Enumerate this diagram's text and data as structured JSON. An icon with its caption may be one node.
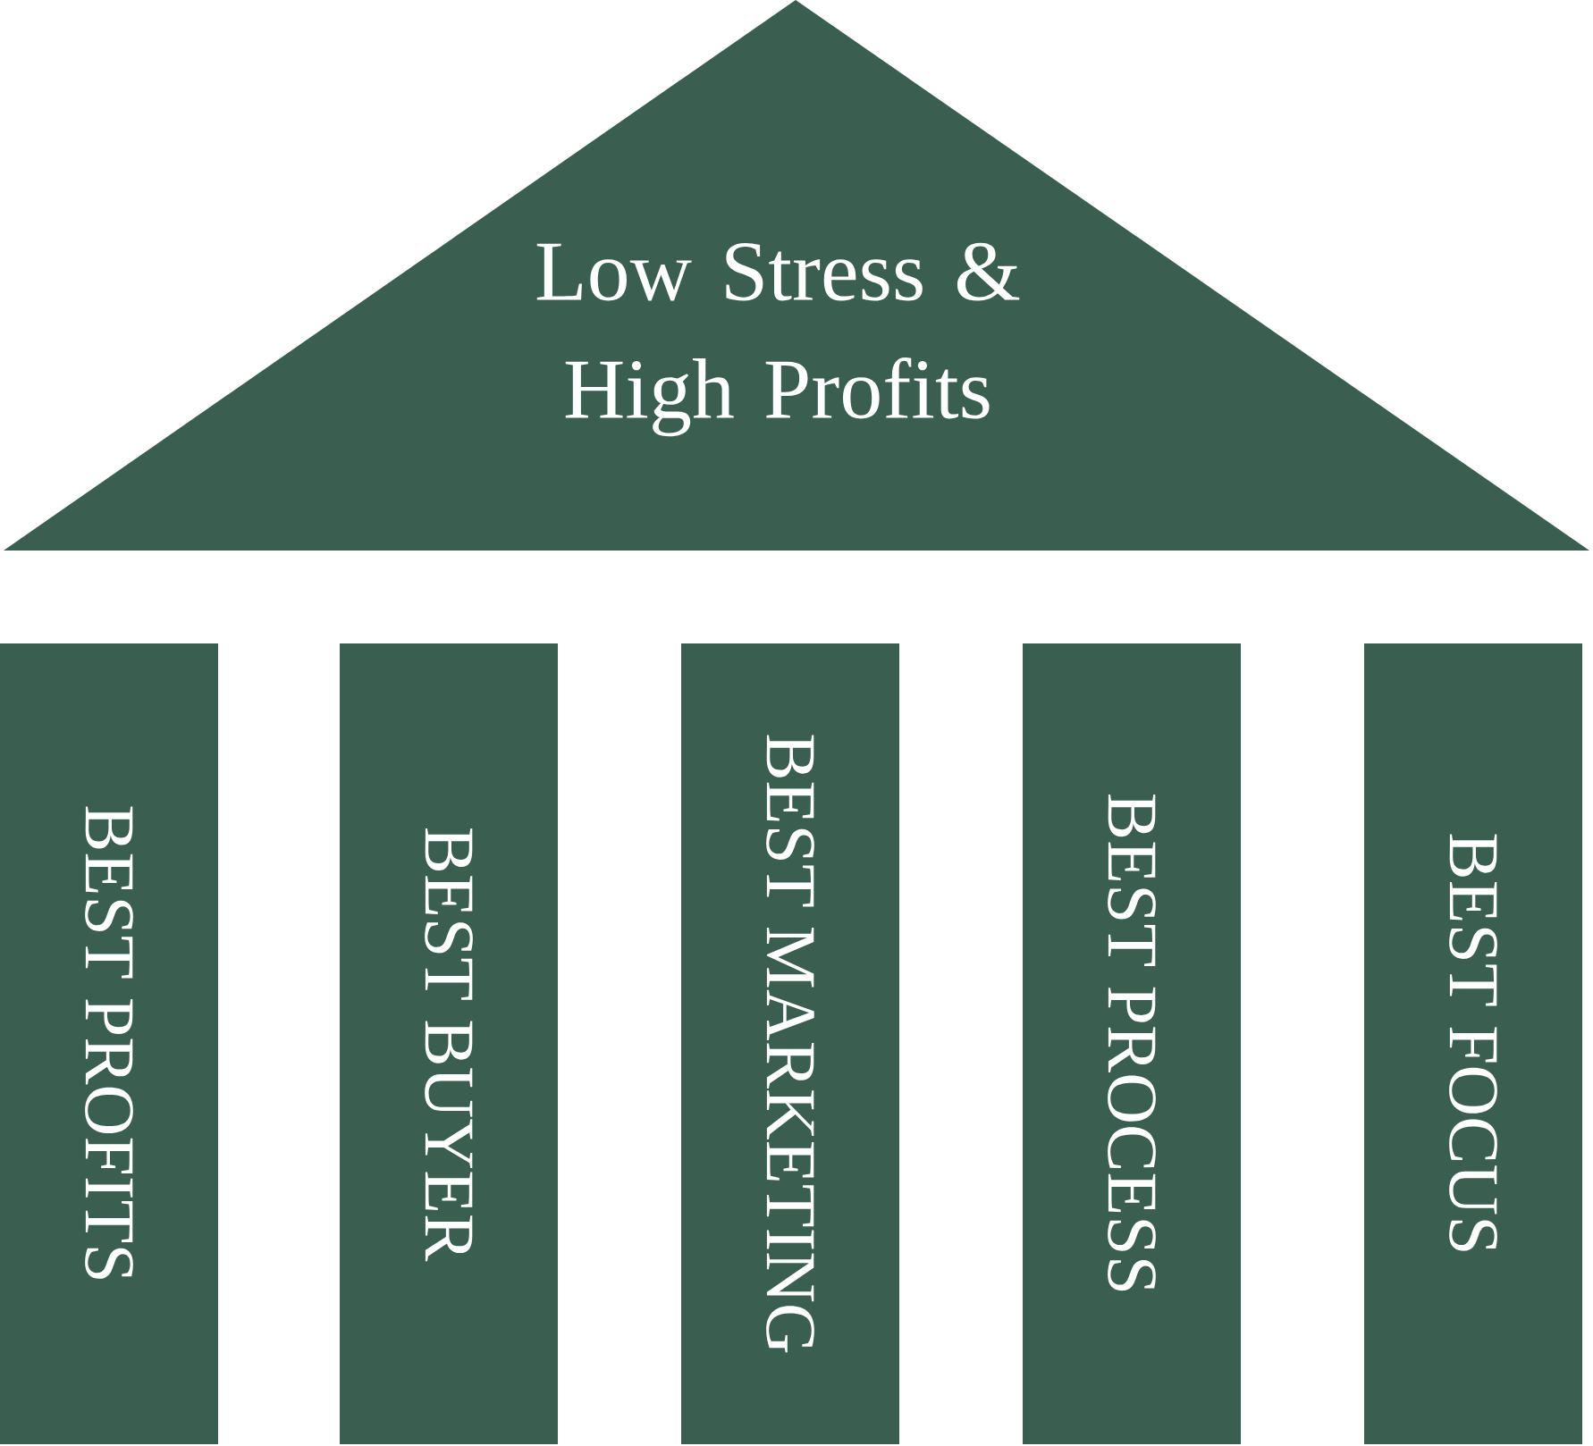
{
  "diagram": {
    "nodes": [
      {
        "text": [
          "Low Stress & High Profits"
        ]
      },
      {
        "text": [
          "BEST PROFITS"
        ]
      },
      {
        "text": [
          "BEST BUYER"
        ]
      },
      {
        "text": [
          "BEST MARKETING"
        ]
      },
      {
        "text": [
          "BEST PROCESS"
        ]
      },
      {
        "text": [
          "BEST FOCUS"
        ]
      }
    ]
  }
}
